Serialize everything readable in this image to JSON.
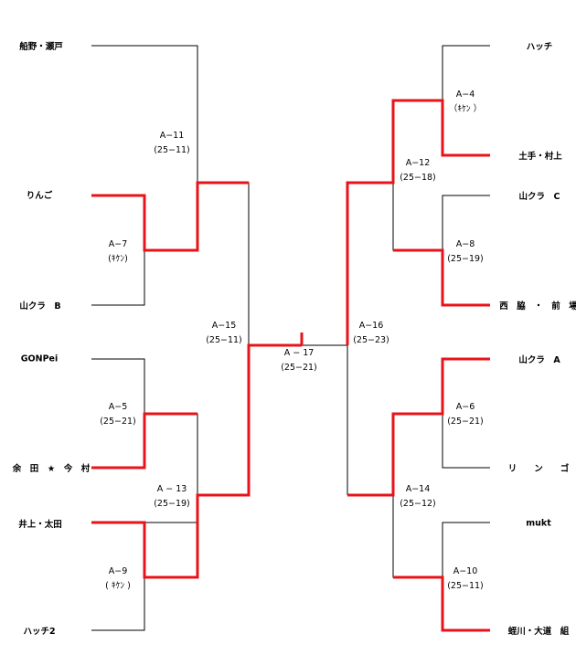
{
  "colors": {
    "winner_line": "#e8131a",
    "normal_line": "#000000",
    "text": "#000000"
  },
  "left_teams": [
    "船野・瀬戸",
    "りんご",
    "山クラ　B",
    "GONPei",
    "余　田　★　今　村",
    "井上・太田",
    "ハッチ2"
  ],
  "right_teams": [
    "ハッチ",
    "土手・村上",
    "山クラ　C",
    "西　脇　・　前　場",
    "山クラ　A",
    "リ　　ン　　ゴ",
    "mukt",
    "蛭川・大道　組"
  ],
  "matches": {
    "a4": {
      "id": "A−4",
      "score": "（ｷｹﾝ  ）"
    },
    "a5": {
      "id": "A−5",
      "score": "(25−21)"
    },
    "a6": {
      "id": "A−6",
      "score": "(25−21)"
    },
    "a7": {
      "id": "A−7",
      "score": "(ｷｹﾝ)"
    },
    "a8": {
      "id": "A−8",
      "score": "(25−19)"
    },
    "a9": {
      "id": "A−9",
      "score": "( ｷｹﾝ )"
    },
    "a10": {
      "id": "A−10",
      "score": "(25−11)"
    },
    "a11": {
      "id": "A−11",
      "score": "(25−11)"
    },
    "a12": {
      "id": "A−12",
      "score": "(25−18)"
    },
    "a13": {
      "id": "A − 13",
      "score": "(25−19)"
    },
    "a14": {
      "id": "A−14",
      "score": "(25−12)"
    },
    "a15": {
      "id": "A−15",
      "score": "(25−11)"
    },
    "a16": {
      "id": "A−16",
      "score": "(25−23)"
    },
    "a17": {
      "id": "A − 17",
      "score": "(25−21)"
    }
  }
}
